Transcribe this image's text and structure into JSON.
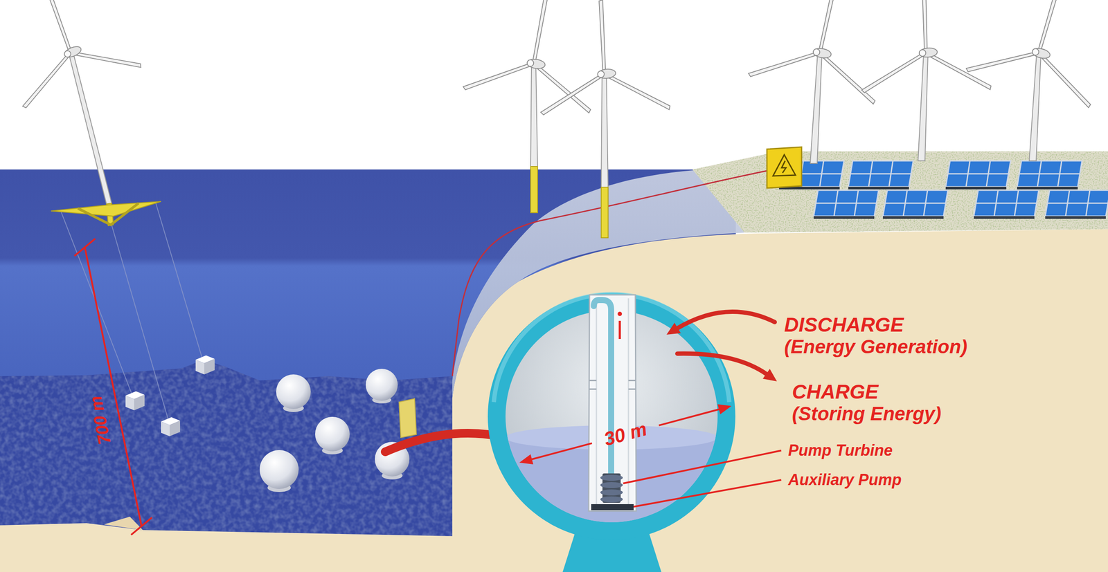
{
  "diagram": {
    "labels": [
      "700 m",
      "DISCHARGE",
      "(Energy Generation)",
      "CHARGE",
      "(Storing Energy)",
      "30 m",
      "Pump Turbine",
      "Auxiliary Pump"
    ]
  }
}
